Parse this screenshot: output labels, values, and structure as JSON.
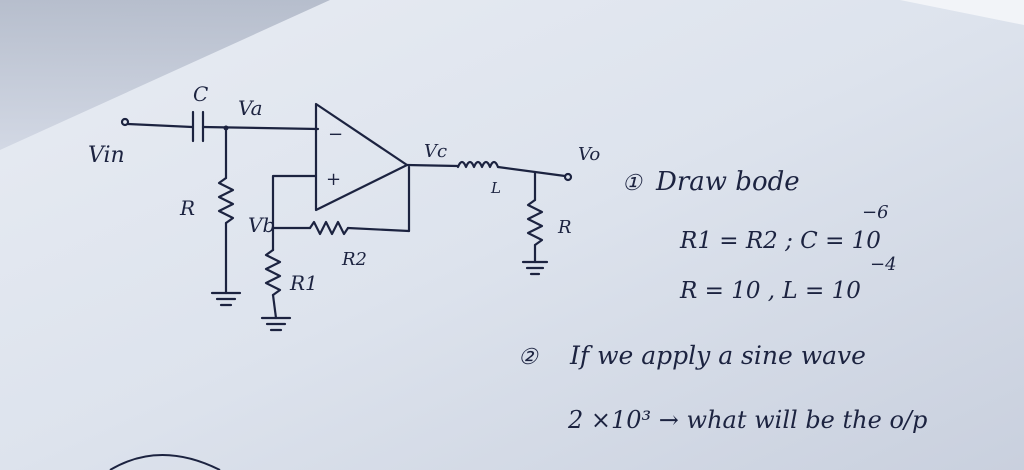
{
  "circuit": {
    "labels": {
      "input": "Vin",
      "capacitor": "C",
      "node_a": "Va",
      "node_b": "Vb",
      "output_opamp": "Vc",
      "output": "Vo",
      "resistor_ground": "R",
      "resistor_r1": "R1",
      "resistor_r2": "R2",
      "inductor": "L",
      "resistor_load": "R",
      "opamp_minus": "−",
      "opamp_plus": "+"
    }
  },
  "notes": {
    "task1_number": "①",
    "task1_text": "Draw bode",
    "line2_part1": "R1 = R2 ; C = 10",
    "line2_exp": "−6",
    "line3_part1": "R = 10 , L = 10",
    "line3_exp": "−4",
    "task2_number": "②",
    "task2_text": "If we apply a sine wave",
    "task2_line2": "2 ×10³ → what will be the o/p"
  },
  "colors": {
    "ink": "#1c2340",
    "paper_light": "#dfe4ee",
    "paper_shadow": "#b7bfcf"
  }
}
